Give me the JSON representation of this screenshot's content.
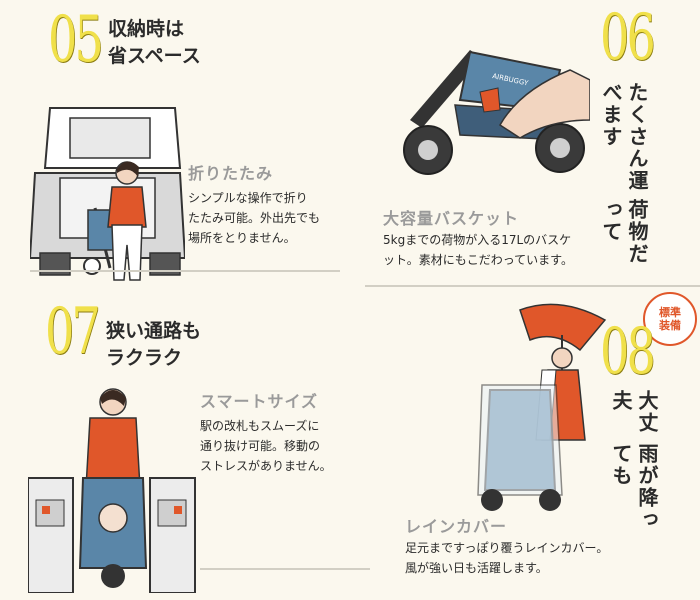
{
  "panels": {
    "p05": {
      "number": "05",
      "heading": [
        "収納時は",
        "省スペース"
      ],
      "subheading": "折りたたみ",
      "description": [
        "シンプルな操作で折り",
        "たたみ可能。外出先でも",
        "場所をとりません。"
      ]
    },
    "p06": {
      "number": "06",
      "heading": [
        "荷物だって",
        "たくさん運べます"
      ],
      "subheading": "大容量バスケット",
      "description": [
        "5kgまでの荷物が入る17Lのバスケ",
        "ット。素材にもこだわっています。"
      ],
      "brand_label": "AIRBUGGY"
    },
    "p07": {
      "number": "07",
      "heading": [
        "狭い通路も",
        "ラクラク"
      ],
      "subheading": "スマートサイズ",
      "description": [
        "駅の改札もスムーズに",
        "通り抜け可能。移動の",
        "ストレスがありません。"
      ]
    },
    "p08": {
      "number": "08",
      "badge": [
        "標準",
        "装備"
      ],
      "heading": [
        "雨が降っても",
        "大丈夫"
      ],
      "subheading": "レインカバー",
      "description": [
        "足元まですっぽり覆うレインカバー。",
        "風が強い日も活躍します。"
      ]
    }
  },
  "colors": {
    "background": "#fbf8ee",
    "number_yellow": "#f0e04a",
    "accent_red": "#e0572a",
    "stroller_blue": "#5a86a8",
    "subheading_gray": "#9a9a9a"
  }
}
